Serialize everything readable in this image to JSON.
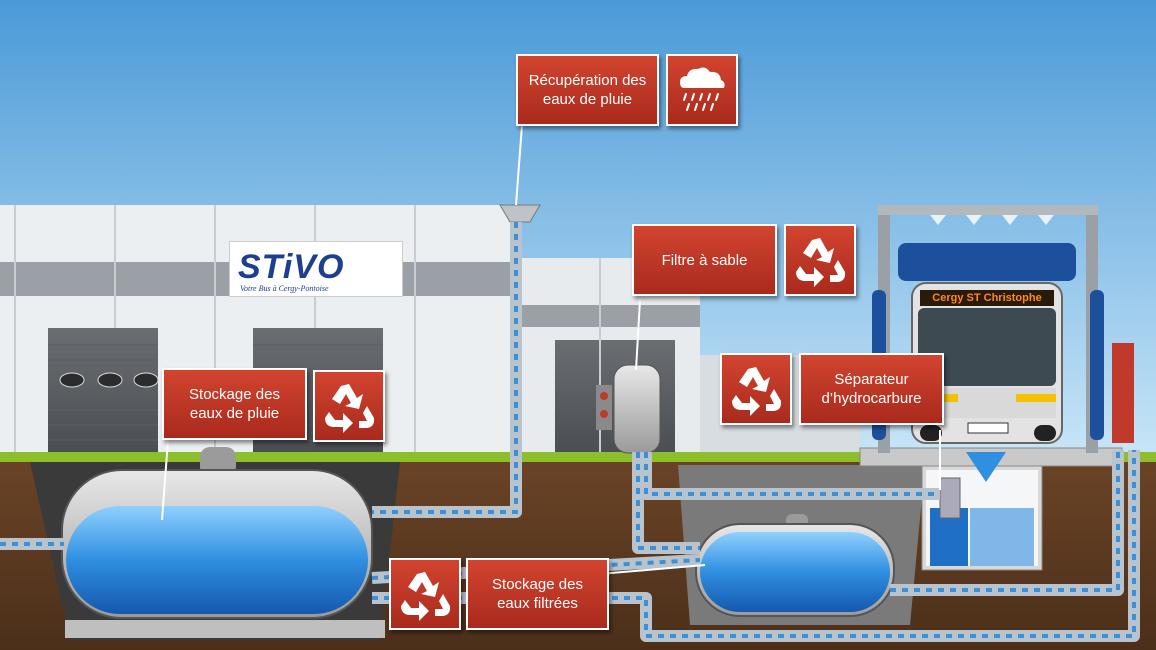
{
  "logo": {
    "name": "STiVO",
    "tagline": "Votre Bus à Cergy-Pontoise"
  },
  "bus": {
    "destination": "Cergy ST Christophe"
  },
  "callouts": {
    "rain_recovery": {
      "line1": "Récupération des",
      "line2": "eaux de pluie",
      "icon": "rain-cloud-icon"
    },
    "sand_filter": {
      "line1": "Filtre à sable",
      "line2": "",
      "icon": "recycle-icon"
    },
    "rain_storage": {
      "line1": "Stockage des",
      "line2": "eaux de pluie",
      "icon": "recycle-icon"
    },
    "separator": {
      "line1": "Séparateur",
      "line2": "d’hydrocarbure",
      "icon": "recycle-icon"
    },
    "filtered_storage": {
      "line1": "Stockage des",
      "line2": "eaux filtrées",
      "icon": "recycle-icon"
    }
  },
  "colors": {
    "callout_red": "#c0392b",
    "water_blue": "#2f8fe0",
    "sky_top": "#5aa6e0",
    "soil": "#5b3a22",
    "grass": "#8dbf2a"
  }
}
